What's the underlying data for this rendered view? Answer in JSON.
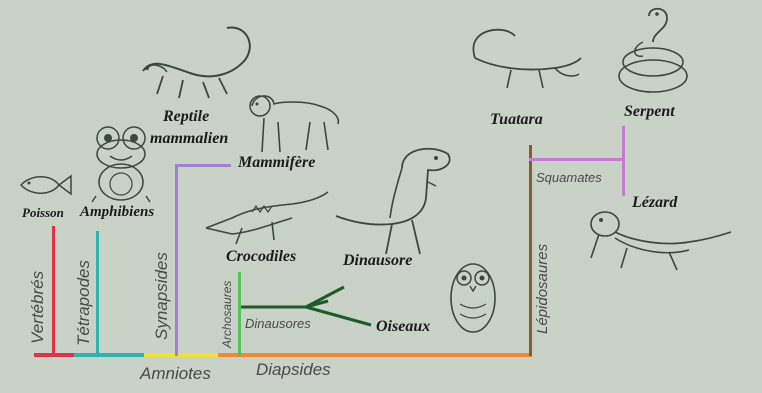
{
  "title": "",
  "taxa": {
    "poisson": "Poisson",
    "amphibiens": "Amphibiens",
    "reptile_mammalien_1": "Reptile",
    "reptile_mammalien_2": "mammalien",
    "mammifere": "Mammifère",
    "crocodiles": "Crocodiles",
    "dinausore": "Dinausore",
    "oiseaux": "Oiseaux",
    "tuatara": "Tuatara",
    "serpent": "Serpent",
    "lezard": "Lézard"
  },
  "clades": {
    "vertebres": "Vertébrés",
    "tetrapodes": "Tétrapodes",
    "synapsides": "Synapsides",
    "amniotes": "Amniotes",
    "diapsides": "Diapsides",
    "archosaures": "Archosaures",
    "dinausores": "Dinausores",
    "lepidosaures": "Lépidosaures",
    "squamates": "Squamates"
  },
  "colors": {
    "background": "#c9d2c6",
    "vertebres": "#e2304a",
    "tetrapodes": "#2fb3b0",
    "amniotes": "#f0e23a",
    "synapsides": "#a47fd0",
    "diapsides": "#f08a3a",
    "archosaures": "#55c35a",
    "dinausores": "#1f5a2a",
    "lepidosaures": "#8a5a32",
    "squamates": "#c77ad0"
  }
}
